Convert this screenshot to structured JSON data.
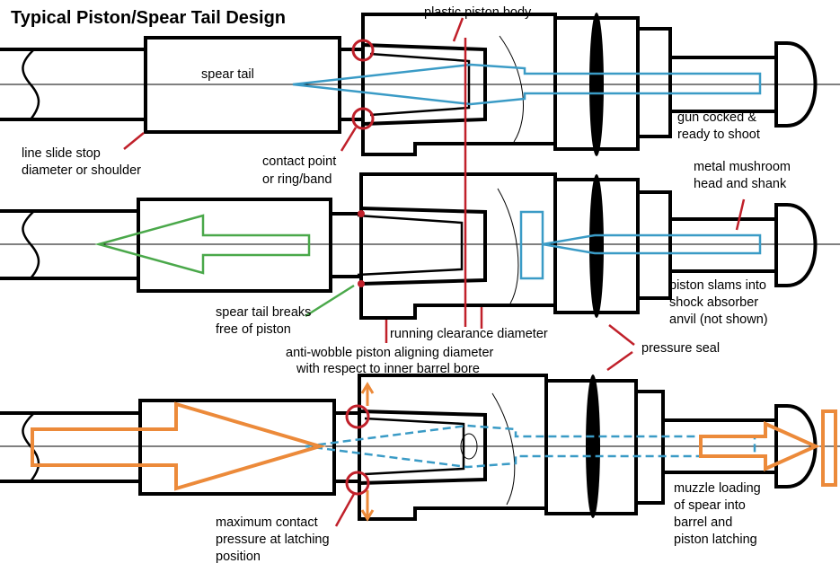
{
  "title": "Typical Piston/Spear Tail Design",
  "labels": {
    "plastic_piston_body": "plastic piston body",
    "spear_tail": "spear tail",
    "gun_cocked_1": "gun cocked &",
    "gun_cocked_2": "ready to shoot",
    "line_slide_1": "line slide stop",
    "line_slide_2": "diameter or shoulder",
    "contact_point_1": "contact point",
    "contact_point_2": "or ring/band",
    "mushroom_1": "metal mushroom",
    "mushroom_2": "head and shank",
    "slams_1": "piston slams into",
    "slams_2": "shock absorber",
    "slams_3": "anvil (not shown)",
    "breaks_1": "spear tail breaks",
    "breaks_2": "free of piston",
    "running_clearance": "running clearance diameter",
    "pressure_seal": "pressure seal",
    "anti_wobble_1": "anti-wobble piston aligning diameter",
    "anti_wobble_2": "with respect to inner barrel bore",
    "max_contact_1": "maximum contact",
    "max_contact_2": "pressure at latching",
    "max_contact_3": "position",
    "muzzle_1": "muzzle loading",
    "muzzle_2": "of spear into",
    "muzzle_3": "barrel and",
    "muzzle_4": "piston latching"
  },
  "colors": {
    "outline": "#000000",
    "spear_shaft": "#3a9bc6",
    "callout": "#c0202a",
    "release_arrow": "#4aa84a",
    "loading_arrow": "#ec8a3a"
  }
}
